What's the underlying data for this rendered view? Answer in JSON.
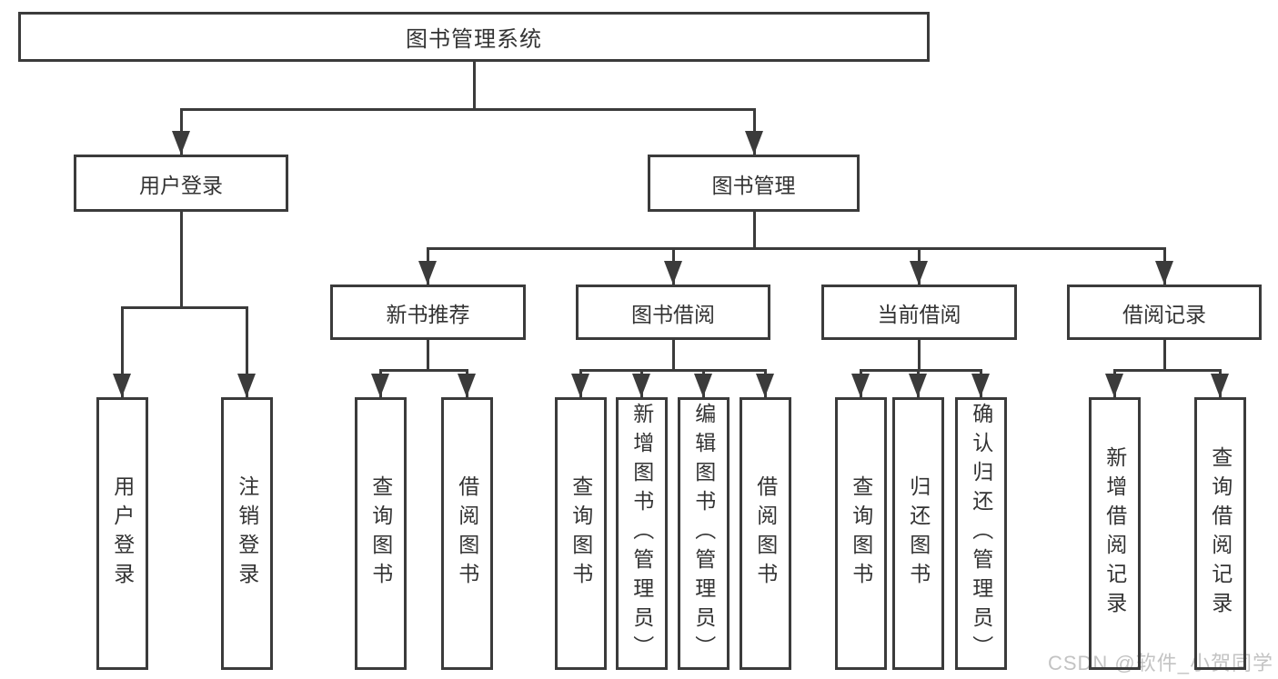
{
  "diagram": {
    "root": {
      "label": "图书管理系统"
    },
    "level2": [
      {
        "id": "user-login",
        "label": "用户登录",
        "children": [
          {
            "label": "用户登录"
          },
          {
            "label": "注销登录"
          }
        ]
      },
      {
        "id": "book-management",
        "label": "图书管理",
        "children": [
          {
            "id": "new-book-recommend",
            "label": "新书推荐",
            "children": [
              {
                "label": "查询图书"
              },
              {
                "label": "借阅图书"
              }
            ]
          },
          {
            "id": "book-borrow",
            "label": "图书借阅",
            "children": [
              {
                "label": "查询图书"
              },
              {
                "label": "新增图书（管理员）"
              },
              {
                "label": "编辑图书（管理员）"
              },
              {
                "label": "借阅图书"
              }
            ]
          },
          {
            "id": "current-borrow",
            "label": "当前借阅",
            "children": [
              {
                "label": "查询图书"
              },
              {
                "label": "归还图书"
              },
              {
                "label": "确认归还（管理员）"
              }
            ]
          },
          {
            "id": "borrow-record",
            "label": "借阅记录",
            "children": [
              {
                "label": "新增借阅记录"
              },
              {
                "label": "查询借阅记录"
              }
            ]
          }
        ]
      }
    ]
  },
  "watermark": {
    "text": "CSDN @软件_小贺同学"
  },
  "colors": {
    "line": "#3b3b3b",
    "text": "#333333",
    "watermark": "#c3c3c3",
    "background": "#ffffff"
  }
}
